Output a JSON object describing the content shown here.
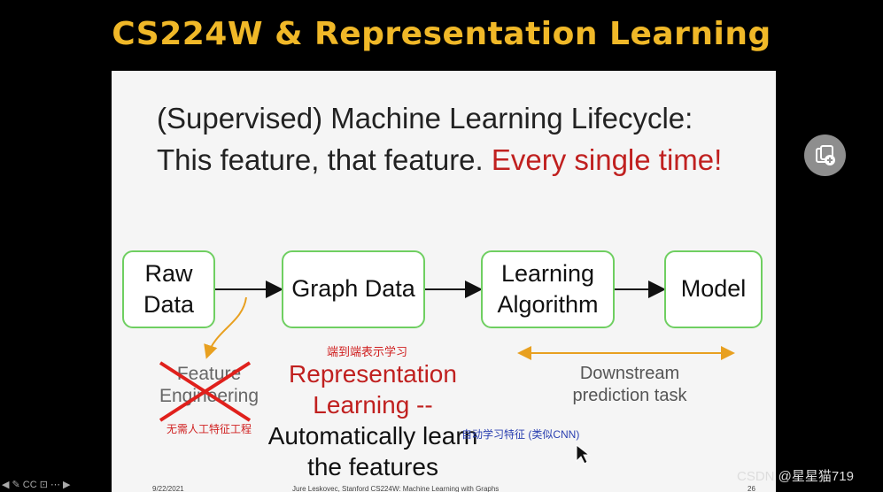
{
  "video": {
    "title": "CS224W & Representation Learning",
    "watermark": "CSDN @星星猫719",
    "controls": "◀ ✎ CC ⊡ ⋯ ▶"
  },
  "slide": {
    "heading_line1": "(Supervised) Machine Learning Lifecycle:",
    "heading_line2_black": "This feature, that feature. ",
    "heading_line2_red": "Every single time!",
    "boxes": {
      "raw_data": "Raw Data",
      "graph_data": "Graph Data",
      "learning_algorithm": "Learning Algorithm",
      "model": "Model"
    },
    "feature_engineering": "Feature Engineering",
    "representation_learning": "Representation Learning --",
    "automatically": "Automatically learn the features",
    "downstream": "Downstream prediction task",
    "annotations": {
      "end_to_end": "端到端表示学习",
      "no_manual": "无需人工特征工程",
      "auto_learn": "自动学习特征 (类似CNN)"
    },
    "footer": {
      "date": "9/22/2021",
      "credit": "Jure Leskovec, Stanford CS224W: Machine Learning with Graphs",
      "page": "26"
    }
  },
  "colors": {
    "title": "#f0b828",
    "accent_red": "#c0201f",
    "box_border": "#6fcf61",
    "arrow_orange": "#e8a020"
  }
}
